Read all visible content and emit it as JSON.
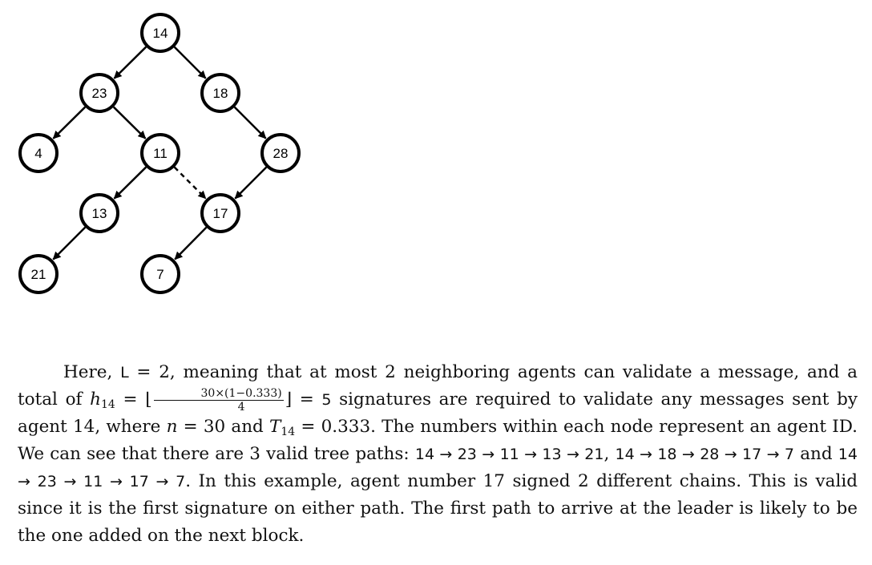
{
  "tree": {
    "nodes": [
      {
        "id": "14",
        "label": "14"
      },
      {
        "id": "23",
        "label": "23"
      },
      {
        "id": "18",
        "label": "18"
      },
      {
        "id": "4",
        "label": "4"
      },
      {
        "id": "11",
        "label": "11"
      },
      {
        "id": "28",
        "label": "28"
      },
      {
        "id": "13",
        "label": "13"
      },
      {
        "id": "17",
        "label": "17"
      },
      {
        "id": "21",
        "label": "21"
      },
      {
        "id": "7",
        "label": "7"
      }
    ],
    "edges": [
      {
        "from": "14",
        "to": "23",
        "style": "solid"
      },
      {
        "from": "14",
        "to": "18",
        "style": "solid"
      },
      {
        "from": "23",
        "to": "4",
        "style": "solid"
      },
      {
        "from": "23",
        "to": "11",
        "style": "solid"
      },
      {
        "from": "18",
        "to": "28",
        "style": "solid"
      },
      {
        "from": "11",
        "to": "13",
        "style": "solid"
      },
      {
        "from": "11",
        "to": "17",
        "style": "dashed"
      },
      {
        "from": "28",
        "to": "17",
        "style": "solid"
      },
      {
        "from": "13",
        "to": "21",
        "style": "solid"
      },
      {
        "from": "17",
        "to": "7",
        "style": "solid"
      }
    ]
  },
  "text": {
    "s1": "Here, ",
    "L_code": "L",
    "s2": " = 2, meaning that at most 2 neighboring agents can validate a message, and a total of ",
    "h": "h",
    "h_sub": "14",
    "s3": " = ⌊",
    "frac_num": "30×(1−0.333)",
    "frac_den": "4",
    "s4": "⌋ = ",
    "five_sans": "5",
    "s5": " signatures are required to validate any messages sent by agent 14, where ",
    "n": "n",
    "s6": " = 30 and ",
    "T": "T",
    "T_sub": "14",
    "s7": " = 0.333. The numbers within each node represent an agent ID. We can see that there are 3 valid tree paths: ",
    "path1": "14 → 23 → 11 → 13 → 21",
    "s8": ", ",
    "path2": "14 → 18 → 28 → 17 → 7",
    "s9": " and ",
    "path3": "14 → 23 → 11 → 17 → 7",
    "s10": ". In this example, agent number 17 signed 2 different chains. This is valid since it is the first signature on either path. The first path to arrive at the leader is likely to be the one added on the next block."
  }
}
